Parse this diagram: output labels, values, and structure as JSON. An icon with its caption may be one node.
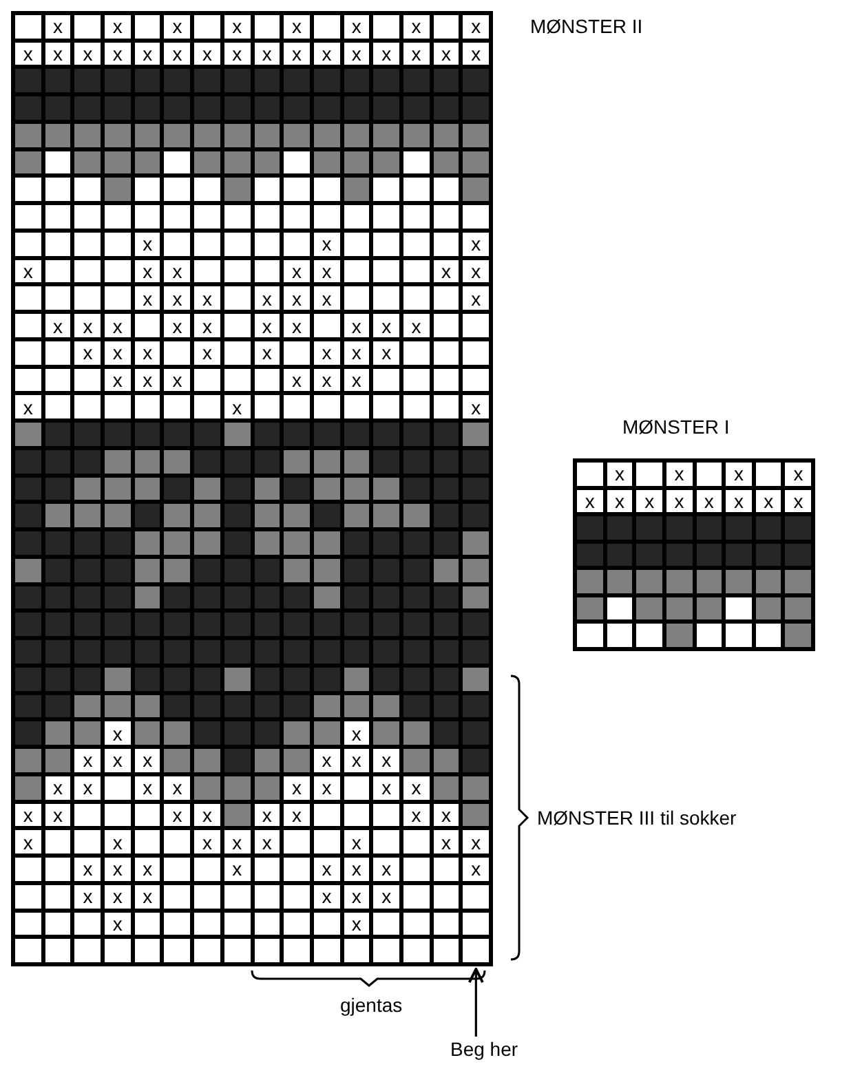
{
  "diagram": {
    "nodes": [
      {
        "text": [
          "Beg her"
        ]
      },
      {
        "text": [],
        "shape": "box"
      }
    ],
    "edges": [
      {
        "from": 0,
        "to": 1,
        "arrow": "to"
      }
    ],
    "labels": [
      "x",
      "x",
      "x",
      "x",
      "x",
      "x",
      "x",
      "x",
      "MØNSTER II",
      "x",
      "x",
      "x",
      "x",
      "x",
      "x",
      "x",
      "x",
      "x",
      "x",
      "x",
      "x",
      "x",
      "x",
      "x",
      "x",
      "x",
      "x",
      "x",
      "x",
      "x",
      "x",
      "x",
      "x",
      "x",
      "x",
      "x",
      "x",
      "x",
      "x",
      "x",
      "x",
      "x",
      "x",
      "x",
      "x",
      "x",
      "x",
      "x",
      "x",
      "x",
      "x",
      "x",
      "x",
      "x",
      "x",
      "x",
      "x",
      "x",
      "x",
      "x",
      "x",
      "x",
      "x",
      "x",
      "x",
      "x",
      "x",
      "x",
      "x",
      "x",
      "x",
      "x",
      "x",
      "x",
      "x",
      "x",
      "x",
      "x",
      "x",
      "x",
      "x",
      "x",
      "x",
      "x",
      "x",
      "x",
      "x",
      "x",
      "x",
      "x",
      "x",
      "x",
      "x",
      "x",
      "x",
      "x",
      "x",
      "x",
      "x",
      "x",
      "x",
      "x",
      "x",
      "x",
      "x",
      "x",
      "x",
      "x",
      "x",
      "x",
      "x",
      "x",
      "x",
      "x",
      "x",
      "x",
      "x",
      "MØNSTER I",
      "x",
      "x",
      "x",
      "x",
      "x",
      "x",
      "x",
      "x",
      "x",
      "x",
      "x",
      "x",
      "MØNSTER III til sokker",
      "gjentas"
    ]
  }
}
